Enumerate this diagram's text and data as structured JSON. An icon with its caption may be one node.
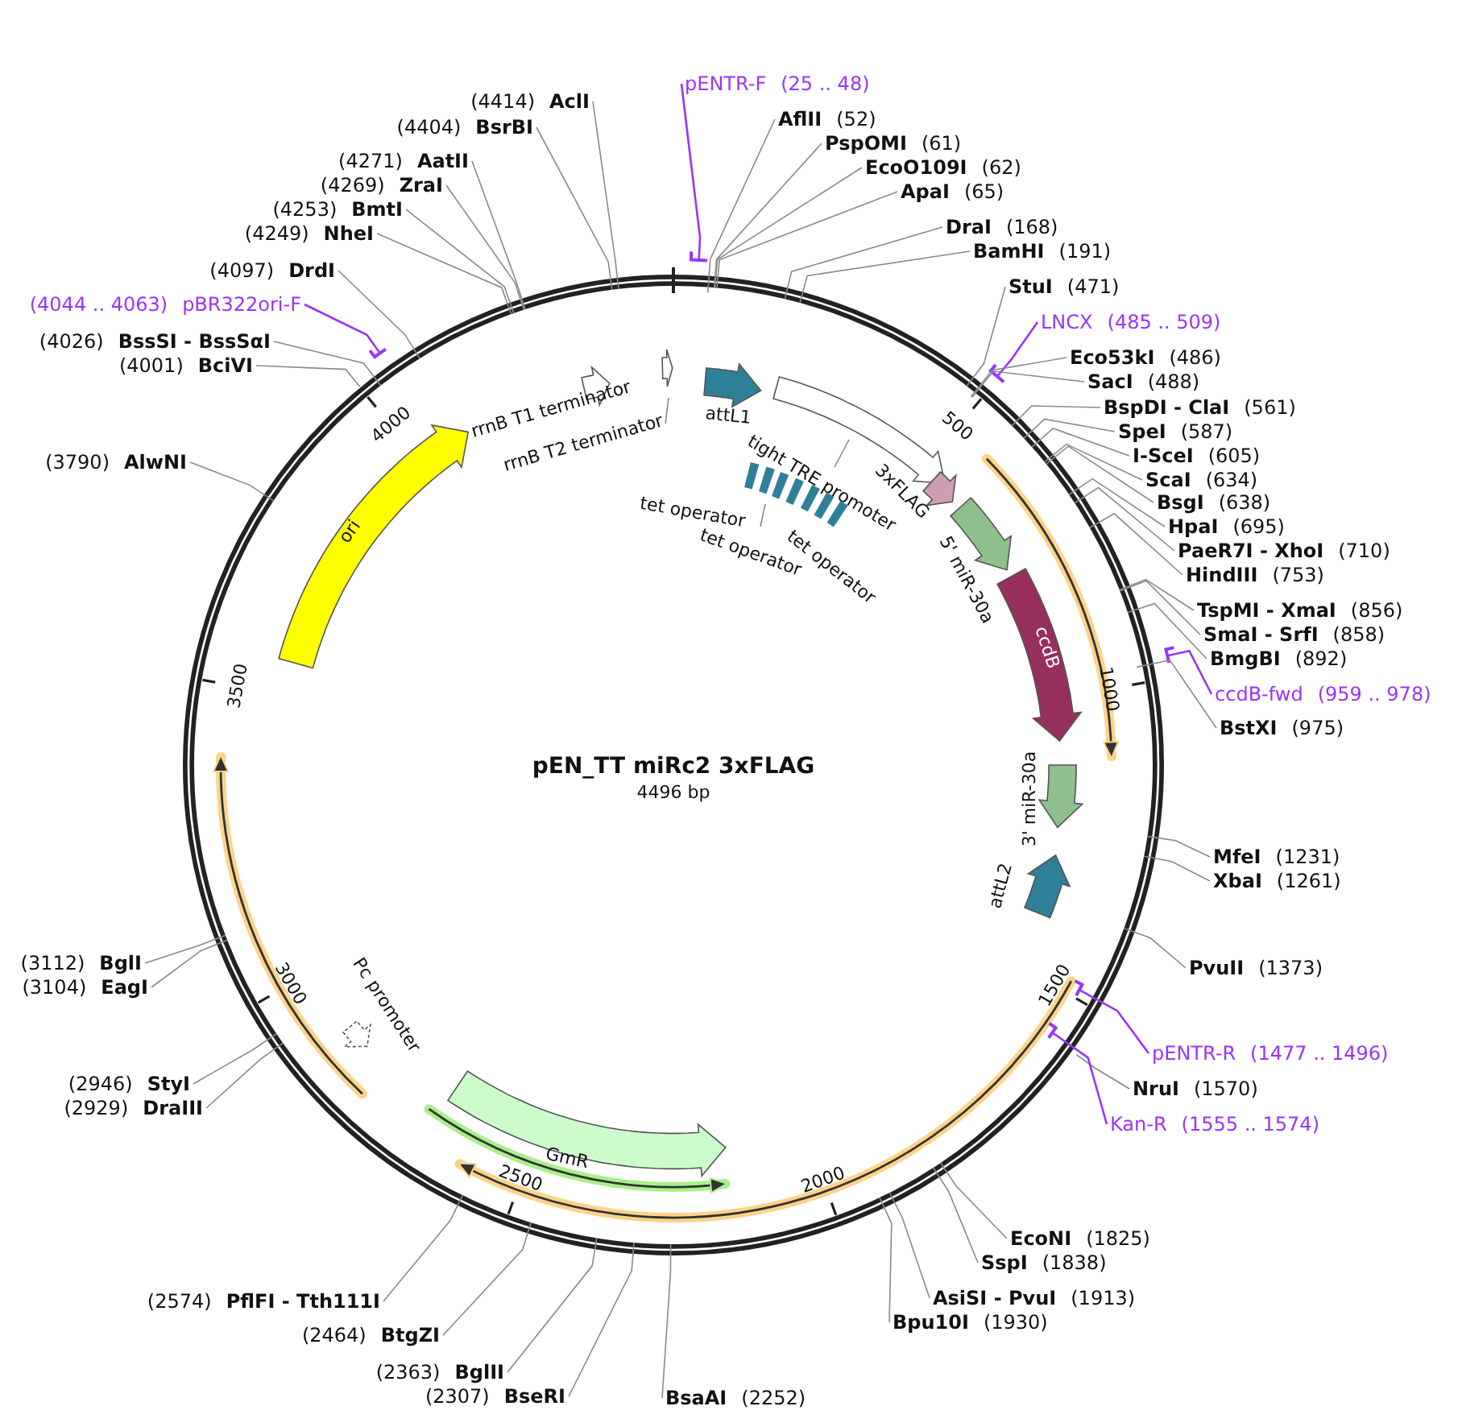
{
  "diagram": {
    "title": "pEN_TT miRc2 3xFLAG",
    "nodes": [
      {
        "text": [
          "pENTR-F",
          "(25 .. 48)"
        ]
      },
      {
        "text": [
          "AflII",
          "(52)"
        ]
      },
      {
        "text": [
          "PspOMI",
          "(61)"
        ]
      },
      {
        "text": [
          "EcoO109I",
          "(62)"
        ]
      },
      {
        "text": [
          "ApaI",
          "(65)"
        ]
      },
      {
        "text": [
          "DraI",
          "(168)"
        ]
      },
      {
        "text": [
          "BamHI",
          "(191)"
        ]
      },
      {
        "text": [
          "StuI",
          "(471)"
        ]
      },
      {
        "text": [
          "LNCX",
          "(485 .. 509)"
        ]
      },
      {
        "text": [
          "Eco53kI",
          "(486)"
        ]
      },
      {
        "text": [
          "SacI",
          "(488)"
        ]
      },
      {
        "text": [
          "BspDI - ClaI",
          "(561)"
        ]
      },
      {
        "text": [
          "SpeI",
          "(587)"
        ]
      },
      {
        "text": [
          "I-SceI",
          "(605)"
        ]
      },
      {
        "text": [
          "ScaI",
          "(634)"
        ]
      },
      {
        "text": [
          "BsgI",
          "(638)"
        ]
      },
      {
        "text": [
          "HpaI",
          "(695)"
        ]
      },
      {
        "text": [
          "PaeR7I - XhoI",
          "(710)"
        ]
      },
      {
        "text": [
          "HindIII",
          "(753)"
        ]
      },
      {
        "text": [
          "TspMI - XmaI",
          "(856)"
        ]
      },
      {
        "text": [
          "SmaI - SrfI",
          "(858)"
        ]
      },
      {
        "text": [
          "BmgBI",
          "(892)"
        ]
      },
      {
        "text": [
          "ccdB-fwd",
          "(959 .. 978)"
        ]
      },
      {
        "text": [
          "BstXI",
          "(975)"
        ]
      },
      {
        "text": [
          "MfeI",
          "(1231)"
        ]
      },
      {
        "text": [
          "XbaI",
          "(1261)"
        ]
      },
      {
        "text": [
          "PvuII",
          "(1373)"
        ]
      },
      {
        "text": [
          "pENTR-R",
          "(1477 .. 1496)"
        ]
      },
      {
        "text": [
          "NruI",
          "(1570)"
        ]
      },
      {
        "text": [
          "Kan-R",
          "(1555 .. 1574)"
        ]
      },
      {
        "text": [
          "EcoNI",
          "(1825)"
        ]
      },
      {
        "text": [
          "SspI",
          "(1838)"
        ]
      },
      {
        "text": [
          "AsiSI - PvuI",
          "(1913)"
        ]
      },
      {
        "text": [
          "Bpu10I",
          "(1930)"
        ]
      },
      {
        "text": [
          "BsaAI",
          "(2252)"
        ]
      },
      {
        "text": [
          "(2307)",
          "BseRI"
        ]
      },
      {
        "text": [
          "(2363)",
          "BglII"
        ]
      },
      {
        "text": [
          "(2464)",
          "BtgZI"
        ]
      },
      {
        "text": [
          "(2574)",
          "PflFI - Tth111I"
        ]
      },
      {
        "text": [
          "(2929)",
          "DraIII"
        ]
      },
      {
        "text": [
          "(2946)",
          "StyI"
        ]
      },
      {
        "text": [
          "(3104)",
          "EagI"
        ]
      },
      {
        "text": [
          "(3112)",
          "BglI"
        ]
      },
      {
        "text": [
          "(3790)",
          "AlwNI"
        ]
      },
      {
        "text": [
          "(4001)",
          "BciVI"
        ]
      },
      {
        "text": [
          "(4026)",
          "BssSI - BssSαI"
        ]
      },
      {
        "text": [
          "(4044 .. 4063)",
          "pBR322ori-F"
        ]
      },
      {
        "text": [
          "(4097)",
          "DrdI"
        ]
      },
      {
        "text": [
          "(4249)",
          "NheI"
        ]
      },
      {
        "text": [
          "(4253)",
          "BmtI"
        ]
      },
      {
        "text": [
          "(4269)",
          "ZraI"
        ]
      },
      {
        "text": [
          "(4271)",
          "AatII"
        ]
      },
      {
        "text": [
          "(4404)",
          "BsrBI"
        ]
      },
      {
        "text": [
          "(4414)",
          "AclI"
        ]
      },
      {
        "text": [
          "rrnB T1 terminator"
        ]
      },
      {
        "text": [
          "rrnB T2 terminator"
        ]
      },
      {
        "text": [
          "attL1"
        ]
      },
      {
        "text": [
          "tight TRE promoter"
        ]
      },
      {
        "text": [
          "tet operator"
        ]
      },
      {
        "text": [
          "tet operator"
        ]
      },
      {
        "text": [
          "tet operator"
        ]
      },
      {
        "text": [
          "3xFLAG"
        ]
      },
      {
        "text": [
          "5' miR-30a"
        ]
      },
      {
        "text": [
          "ccdB"
        ]
      },
      {
        "text": [
          "3' miR-30a"
        ]
      },
      {
        "text": [
          "attL2"
        ]
      },
      {
        "text": [
          "GmR"
        ]
      },
      {
        "text": [
          "Pc promoter"
        ]
      },
      {
        "text": [
          "ori"
        ]
      },
      {
        "text": [],
        "shape": "bar"
      },
      {
        "text": [],
        "shape": "bar"
      },
      {
        "text": [],
        "shape": "bar"
      },
      {
        "text": [],
        "shape": "bar"
      },
      {
        "text": [],
        "shape": "bar"
      },
      {
        "text": [],
        "shape": "bar"
      }
    ],
    "edges": [
      {
        "from": 0,
        "to": 69,
        "arrow": "none",
        "color": "#9933ff"
      },
      {
        "from": 1,
        "to": null,
        "arrow": "none"
      },
      {
        "from": 2,
        "to": null,
        "arrow": "none"
      },
      {
        "from": 3,
        "to": null,
        "arrow": "none"
      },
      {
        "from": 4,
        "to": null,
        "arrow": "none"
      },
      {
        "from": 5,
        "to": null,
        "arrow": "none"
      },
      {
        "from": 6,
        "to": null,
        "arrow": "none"
      },
      {
        "from": 7,
        "to": null,
        "arrow": "none"
      },
      {
        "from": 8,
        "to": 70,
        "arrow": "none",
        "color": "#9933ff"
      },
      {
        "from": 9,
        "to": null,
        "arrow": "none"
      },
      {
        "from": 10,
        "to": null,
        "arrow": "none"
      },
      {
        "from": 11,
        "to": null,
        "arrow": "none"
      },
      {
        "from": 12,
        "to": null,
        "arrow": "none"
      },
      {
        "from": 13,
        "to": null,
        "arrow": "none"
      },
      {
        "from": 14,
        "to": null,
        "arrow": "none"
      },
      {
        "from": 15,
        "to": null,
        "arrow": "none"
      },
      {
        "from": 16,
        "to": null,
        "arrow": "none"
      },
      {
        "from": 17,
        "to": null,
        "arrow": "none"
      },
      {
        "from": 18,
        "to": null,
        "arrow": "none"
      },
      {
        "from": 19,
        "to": null,
        "arrow": "none"
      },
      {
        "from": 20,
        "to": null,
        "arrow": "none"
      },
      {
        "from": 21,
        "to": null,
        "arrow": "none"
      },
      {
        "from": 22,
        "to": 71,
        "arrow": "none",
        "color": "#9933ff"
      },
      {
        "from": 23,
        "to": null,
        "arrow": "none"
      },
      {
        "from": 24,
        "to": null,
        "arrow": "none"
      },
      {
        "from": 25,
        "to": null,
        "arrow": "none"
      },
      {
        "from": 26,
        "to": null,
        "arrow": "none"
      },
      {
        "from": 27,
        "to": 72,
        "arrow": "none",
        "color": "#9933ff"
      },
      {
        "from": 28,
        "to": null,
        "arrow": "none"
      },
      {
        "from": 29,
        "to": 73,
        "arrow": "none",
        "color": "#9933ff"
      },
      {
        "from": 30,
        "to": null,
        "arrow": "none"
      },
      {
        "from": 31,
        "to": null,
        "arrow": "none"
      },
      {
        "from": 32,
        "to": null,
        "arrow": "none"
      },
      {
        "from": 33,
        "to": null,
        "arrow": "none"
      },
      {
        "from": 34,
        "to": null,
        "arrow": "none"
      },
      {
        "from": 35,
        "to": null,
        "arrow": "none"
      },
      {
        "from": 36,
        "to": null,
        "arrow": "none"
      },
      {
        "from": 37,
        "to": null,
        "arrow": "none"
      },
      {
        "from": 38,
        "to": null,
        "arrow": "none"
      },
      {
        "from": 39,
        "to": null,
        "arrow": "none"
      },
      {
        "from": 40,
        "to": null,
        "arrow": "none"
      },
      {
        "from": 41,
        "to": null,
        "arrow": "none"
      },
      {
        "from": 42,
        "to": null,
        "arrow": "none"
      },
      {
        "from": 43,
        "to": null,
        "arrow": "none"
      },
      {
        "from": 44,
        "to": null,
        "arrow": "none"
      },
      {
        "from": 45,
        "to": null,
        "arrow": "none"
      },
      {
        "from": 46,
        "to": 74,
        "arrow": "none",
        "color": "#9933ff"
      },
      {
        "from": 47,
        "to": null,
        "arrow": "none"
      },
      {
        "from": 48,
        "to": null,
        "arrow": "none"
      },
      {
        "from": 49,
        "to": null,
        "arrow": "none"
      },
      {
        "from": 50,
        "to": null,
        "arrow": "none"
      },
      {
        "from": 51,
        "to": null,
        "arrow": "none"
      },
      {
        "from": 52,
        "to": null,
        "arrow": "none"
      },
      {
        "from": 53,
        "to": null,
        "arrow": "none"
      },
      {
        "from": 55,
        "to": null,
        "arrow": "none"
      },
      {
        "from": 57,
        "to": null,
        "arrow": "none"
      },
      {
        "from": 58,
        "to": null,
        "arrow": "none"
      }
    ],
    "labels": [
      "500",
      "1000",
      "1500",
      "2000",
      "2500",
      "3000",
      "3500",
      "4000",
      "4496 bp"
    ]
  }
}
